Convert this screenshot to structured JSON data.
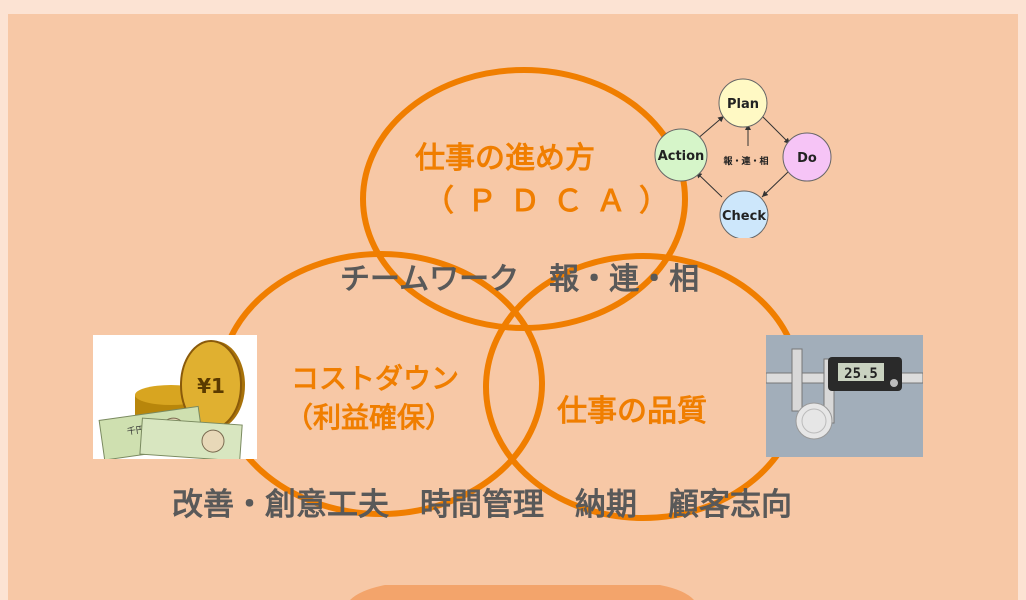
{
  "circles": {
    "pdca_title": "仕事の進め方",
    "pdca_subtitle": "（ＰＤＣＡ）",
    "cost_title": "コストダウン",
    "cost_subtitle": "（利益確保）",
    "quality_title": "仕事の品質"
  },
  "teamwork_text": "チームワーク　報・連・相",
  "bottom_text": "改善・創意工夫　時間管理　納期　顧客志向",
  "pdca_cycle": {
    "nodes": [
      "Plan",
      "Do",
      "Check",
      "Action"
    ],
    "center": "報・連・相"
  },
  "images": {
    "money": {
      "bill_label": "千円",
      "coin_label": "¥1"
    },
    "caliper": {
      "display_value": "25.5"
    }
  },
  "colors": {
    "accent": "#f07e00",
    "text_gray": "#595959",
    "background": "#f7c8a6",
    "plan_fill": "#fff9c4",
    "do_fill": "#f6c4f6",
    "check_fill": "#cde7fb",
    "action_fill": "#d6f5c9"
  }
}
